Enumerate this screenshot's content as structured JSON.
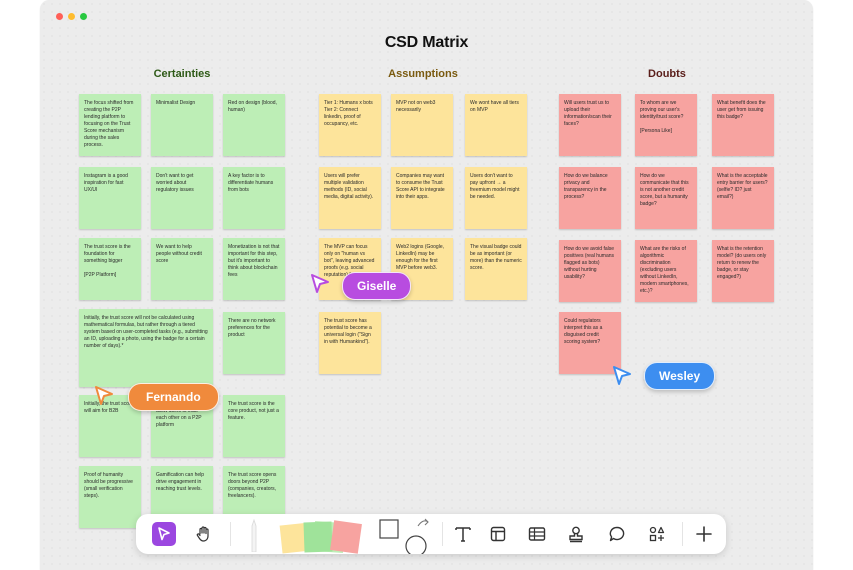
{
  "window": {
    "title": "CSD Matrix"
  },
  "columns": {
    "certainties": {
      "label": "Certainties",
      "color": "#2e5a17"
    },
    "assumptions": {
      "label": "Assumptions",
      "color": "#7a5a0f"
    },
    "doubts": {
      "label": "Doubts",
      "color": "#5a1e1a"
    }
  },
  "notes": {
    "c1": "The focus shifted from creating the P2P lending platform to focusing on the Trust Score mechanism during the sales process.",
    "c2": "Minimalist Design",
    "c3": "Red on design (blood, human)",
    "c4": "Instagram is a good inspiration for fast UX/UI",
    "c5": "Don't want to get worried about regulatory issues",
    "c6": "A key factor is to differentiate humans from bots",
    "c7": "The trust score is the foundation for something bigger\n\n[P2P Platform]",
    "c8": "We want to help people without credit score",
    "c9": "Monetization is not that important for this step, but it's important to think about blockchain fees",
    "c10": "Initially, the trust score will not be calculated using mathematical formulas, but rather through a tiered system based on user-completed tasks (e.g., submitting an ID, uploading a photo, using the badge for a certain number of days).*",
    "c11": "There are no network preferences for the product",
    "c12": "Initially, the trust score will aim for B2B",
    "c13": "The product was to allow users to trust each other on a P2P platform",
    "c14": "The trust score is the core product, not just a feature.",
    "c15": "Proof of humanity should be progressive (small verification steps).",
    "c16": "Gamification can help drive engagement in reaching trust levels.",
    "c17": "The trust score opens doors beyond P2P (companies, creators, freelancers).",
    "a1": "Tier 1: Humans x bots\nTier 2: Connect linkedin, proof of occupancy, etc.",
    "a2": "MVP not on web3 necessarily",
    "a3": "We wont have all tiers on MVP",
    "a4": "Users will prefer multiple validation methods (ID, social media, digital activity).",
    "a5": "Companies may want to consume the Trust Score API to integrate into their apps.",
    "a6": "Users don't want to pay upfront → a freemium model might be needed.",
    "a7": "The MVP can focus only on \"human vs bot\", leaving advanced proofs (e.g. social reputation) for later.",
    "a8": "Web2 logins (Google, LinkedIn) may be enough for the first MVP before web3.",
    "a9": "The visual badge could be as important (or more) than the numeric score.",
    "a10": "The trust score has potential to become a universal login (\"Sign in with Humankind\").",
    "d1": "Will users trust us to upload their information/scan their faces?",
    "d2": "To whom are we proving our user's identity/trust score?\n\n[Persona Like]",
    "d3": "What benefit does the user get from issuing this badge?",
    "d4": "How do we balance privacy and transparency in the process?",
    "d5": "How do we communicate that this is not another credit score, but a humanity badge?",
    "d6": "What is the acceptable entry barrier for users? (selfie? ID? just email?)",
    "d7": "How do we avoid false positives (real humans flagged as bots) without hurting usability?",
    "d8": "What are the risks of algorithmic discrimination (excluding users without LinkedIn, modern smartphones, etc.)?",
    "d9": "What is the retention model? (do users only return to renew the badge, or stay engaged?)",
    "d10": "Could regulators interpret this as a disguised credit scoring system?"
  },
  "cursors": {
    "giselle": {
      "name": "Giselle",
      "color": "#b84ce0"
    },
    "fernando": {
      "name": "Fernando",
      "color": "#f08a3c"
    },
    "wesley": {
      "name": "Wesley",
      "color": "#3d8ef0"
    }
  },
  "toolbar": {
    "tools": [
      "select-tool",
      "hand-tool",
      "pen-tool",
      "sticky-note-tool",
      "shape-tool",
      "text-tool",
      "frame-tool",
      "table-tool",
      "stamp-tool",
      "comment-tool",
      "more-tools",
      "add-tool"
    ],
    "active": "select-tool",
    "accent": "#9b47e0"
  }
}
